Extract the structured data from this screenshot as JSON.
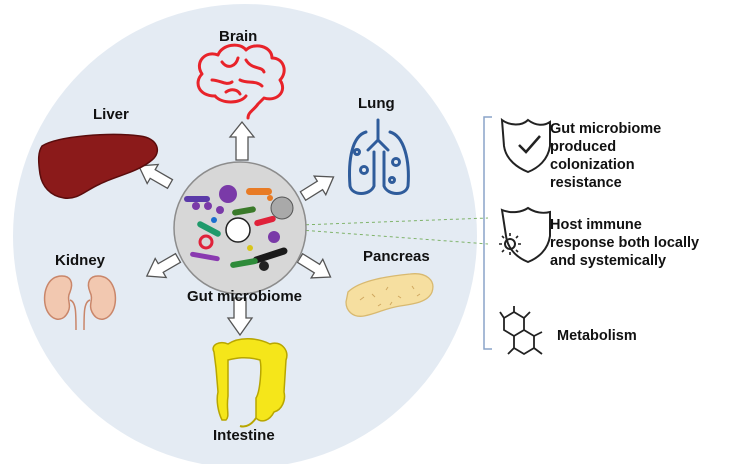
{
  "organs": {
    "brain": "Brain",
    "lung": "Lung",
    "liver": "Liver",
    "kidney": "Kidney",
    "pancreas": "Pancreas",
    "intestine": "Intestine"
  },
  "center_label": "Gut microbiome",
  "functions": [
    {
      "icon": "shield-check-icon",
      "lines": [
        "Gut microbiome",
        "produced",
        "colonization",
        "resistance"
      ]
    },
    {
      "icon": "shield-virus-icon",
      "lines": [
        "Host immune",
        "response both locally",
        "and systemically"
      ]
    },
    {
      "icon": "molecule-icon",
      "lines": [
        "Metabolism"
      ]
    }
  ],
  "colors": {
    "background_circle": "#e4ebf3",
    "brain": "#e8232a",
    "lung": "#2f5c9b",
    "liver": "#8b1a1a",
    "kidney": "#f2c8b0",
    "pancreas": "#f6dfa0",
    "intestine": "#f5e61a",
    "bracket": "#8aa4c8",
    "connector": "#7fb36a"
  }
}
